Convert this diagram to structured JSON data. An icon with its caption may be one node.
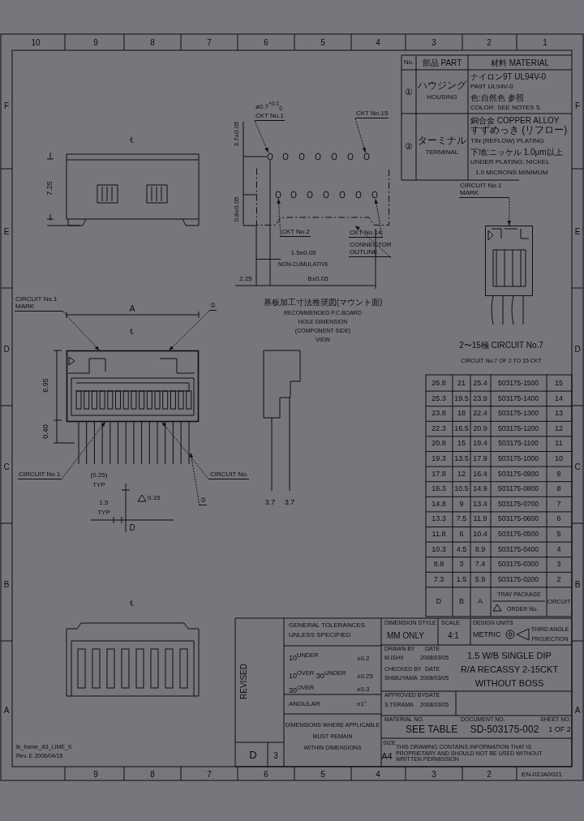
{
  "diagram": {
    "nodes": [
      {
        "text": [
          "CIRCUIT No.1 MARK"
        ]
      },
      {
        "text": [],
        "shape": "picture"
      },
      {
        "text": [
          "CIRCUIT No.1"
        ]
      },
      {
        "text": [
          "CIRCUIT No."
        ]
      },
      {
        "text": [
          "①"
        ]
      },
      {
        "text": [
          "②"
        ]
      },
      {
        "text": [
          "ø0.7$^{+0.1}$$_{0}$",
          "CKT No.1"
        ]
      },
      {
        "text": [
          "CKT No.15"
        ]
      },
      {
        "text": [
          "CKT No.2"
        ]
      },
      {
        "text": [
          "CKT No.14"
        ]
      },
      {
        "text": [
          "CONNECTOR OUTLINE"
        ]
      },
      {
        "text": [
          "CIRCUIT No.1 MARK"
        ]
      },
      {
        "text": [],
        "shape": "picture"
      },
      {
        "text": [],
        "shape": "bar"
      },
      {
        "text": [],
        "shape": "circle"
      },
      {
        "text": [],
        "shape": "circle"
      },
      {
        "text": [],
        "shape": "box"
      },
      {
        "text": [],
        "shape": "circle",
        "in": 16
      },
      {
        "text": [],
        "shape": "circle",
        "in": 16
      }
    ],
    "edges": [
      {
        "from": 0,
        "to": 1,
        "arrow": "to"
      },
      {
        "from": 2,
        "to": 1,
        "arrow": "to"
      },
      {
        "from": 3,
        "to": 1,
        "arrow": "to"
      },
      {
        "from": 4,
        "to": 1,
        "arrow": "to"
      },
      {
        "from": 5,
        "to": 13,
        "arrow": "to"
      },
      {
        "from": 6,
        "to": 14,
        "arrow": "to"
      },
      {
        "from": 7,
        "to": 15,
        "arrow": "to"
      },
      {
        "from": 8,
        "to": 17,
        "arrow": "to"
      },
      {
        "from": 9,
        "to": 18,
        "arrow": "to"
      },
      {
        "from": 10,
        "to": 16,
        "arrow": "to"
      },
      {
        "from": 11,
        "to": 12,
        "arrow": "to"
      }
    ],
    "labels": [
      "10",
      "9",
      "8",
      "7",
      "6",
      "5",
      "4",
      "3",
      "2",
      "1",
      "9",
      "8",
      "7",
      "6",
      "5",
      "4",
      "3",
      "2",
      "F",
      "E",
      "D",
      "C",
      "B",
      "A",
      "F",
      "E",
      "D",
      "C",
      "B",
      "A",
      "℄",
      "7.25",
      "A",
      "℄",
      "6.95",
      "0.40",
      "(0.25)",
      "TYP",
      "1.5",
      "TYP",
      "0.15",
      "D",
      "3.7",
      "3.7",
      "℄",
      "3.7±0.05",
      "0.8±0.05",
      "1.5±0.05",
      "NON-CUMULATIVE",
      "2.25",
      "B±0.05",
      "基板加工寸法推奨図(マウント面)",
      "RECOMMENDED P.C.BOARD",
      "HOLE DIMENSION",
      "(COMPONENT SIDE)",
      "VIEW",
      "2〜15極 CIRCUIT No.7",
      "CIRCUIT No.7 OF 2 TO 15 CKT",
      "No.",
      "部品 PART",
      "材料 MATERIAL",
      "①",
      "ハウジング",
      "HOUSING",
      "ナイロン9T UL94V-0",
      "PA9T UL94V-0",
      "色:自然色 参照",
      "COLOR: SEE NOTES 5.",
      "②",
      "ターミナル",
      "TERMINAL",
      "銅合金 COPPER ALLOY",
      "すずめっき (リフロー)",
      "TIN (REFLOW) PLATING",
      "下地:ニッケル 1.0μm以上",
      "UNDER PLATING: NICKEL",
      "1.0 MICRONS MINIMUM",
      "REVISED",
      "D",
      "3",
      "GENERAL TOLERANCES",
      "UNLESS SPECIFIED",
      "10$^{UNDER}$",
      "±0.2",
      "10$^{OVER}$ 30$^{UNDER}$",
      "±0.25",
      "30$^{OVER}$",
      "±0.3",
      "ANGULAR",
      "±1°",
      "DIMENSIONS WHERE APPLICABLE",
      "MUST REMAIN",
      "WITHIN DIMENSIONS",
      "DIMENSION STYLE",
      "MM ONLY",
      "SCALE",
      "4:1",
      "DESIGN UNITS",
      "METRIC",
      "THIRD ANGLE",
      "PROJECTION",
      "DRAWN BY",
      "DATE",
      "M.ISHII",
      "2008/03/05",
      "CHECKED BY",
      "DATE",
      "SHIBUYAMA",
      "2008/03/05",
      "APPROVED BY",
      "DATE",
      "S.TERAMA",
      "2008/03/05",
      "1.5 W/B SINGLE DIP",
      "R/A RECASSY 2-15CKT",
      "WITHOUT BOSS",
      "MATERIAL NO.",
      "SEE TABLE",
      "DOCUMENT NO.",
      "SD-503175-002",
      "SHEET NO.",
      "1 OF 2",
      "SIZE",
      "A4",
      "THIS DRAWING CONTAINS INFORMATION THAT IS PROPRIETARY AND SHOULD NOT BE USED WITHOUT WRITTEN PERMISSION",
      "lb_frame_A3_LIME_S",
      "Rev. E 2006/04/15",
      "EN-02JA0021",
      "D",
      "B",
      "A",
      "TRAY PACKAGE",
      "ORDER No.",
      "CIRCUIT",
      "26.8",
      "21",
      "25.4",
      "503175-1500",
      "15",
      "25.3",
      "19.5",
      "23.9",
      "503175-1400",
      "14",
      "23.8",
      "18",
      "22.4",
      "503175-1300",
      "13",
      "22.3",
      "16.5",
      "20.9",
      "503175-1200",
      "12",
      "20.8",
      "15",
      "19.4",
      "503175-1100",
      "11",
      "19.3",
      "13.5",
      "17.9",
      "503175-1000",
      "10",
      "17.8",
      "12",
      "16.4",
      "503175-0900",
      "9",
      "16.3",
      "10.5",
      "14.9",
      "503175-0800",
      "8",
      "14.8",
      "9",
      "13.4",
      "503175-0700",
      "7",
      "13.3",
      "7.5",
      "11.9",
      "503175-0600",
      "6",
      "11.8",
      "6",
      "10.4",
      "503175-0500",
      "5",
      "10.3",
      "4.5",
      "8.9",
      "503175-0400",
      "4",
      "8.8",
      "3",
      "7.4",
      "503175-0300",
      "3",
      "7.3",
      "1.5",
      "5.9",
      "503175-0200",
      "2"
    ]
  }
}
